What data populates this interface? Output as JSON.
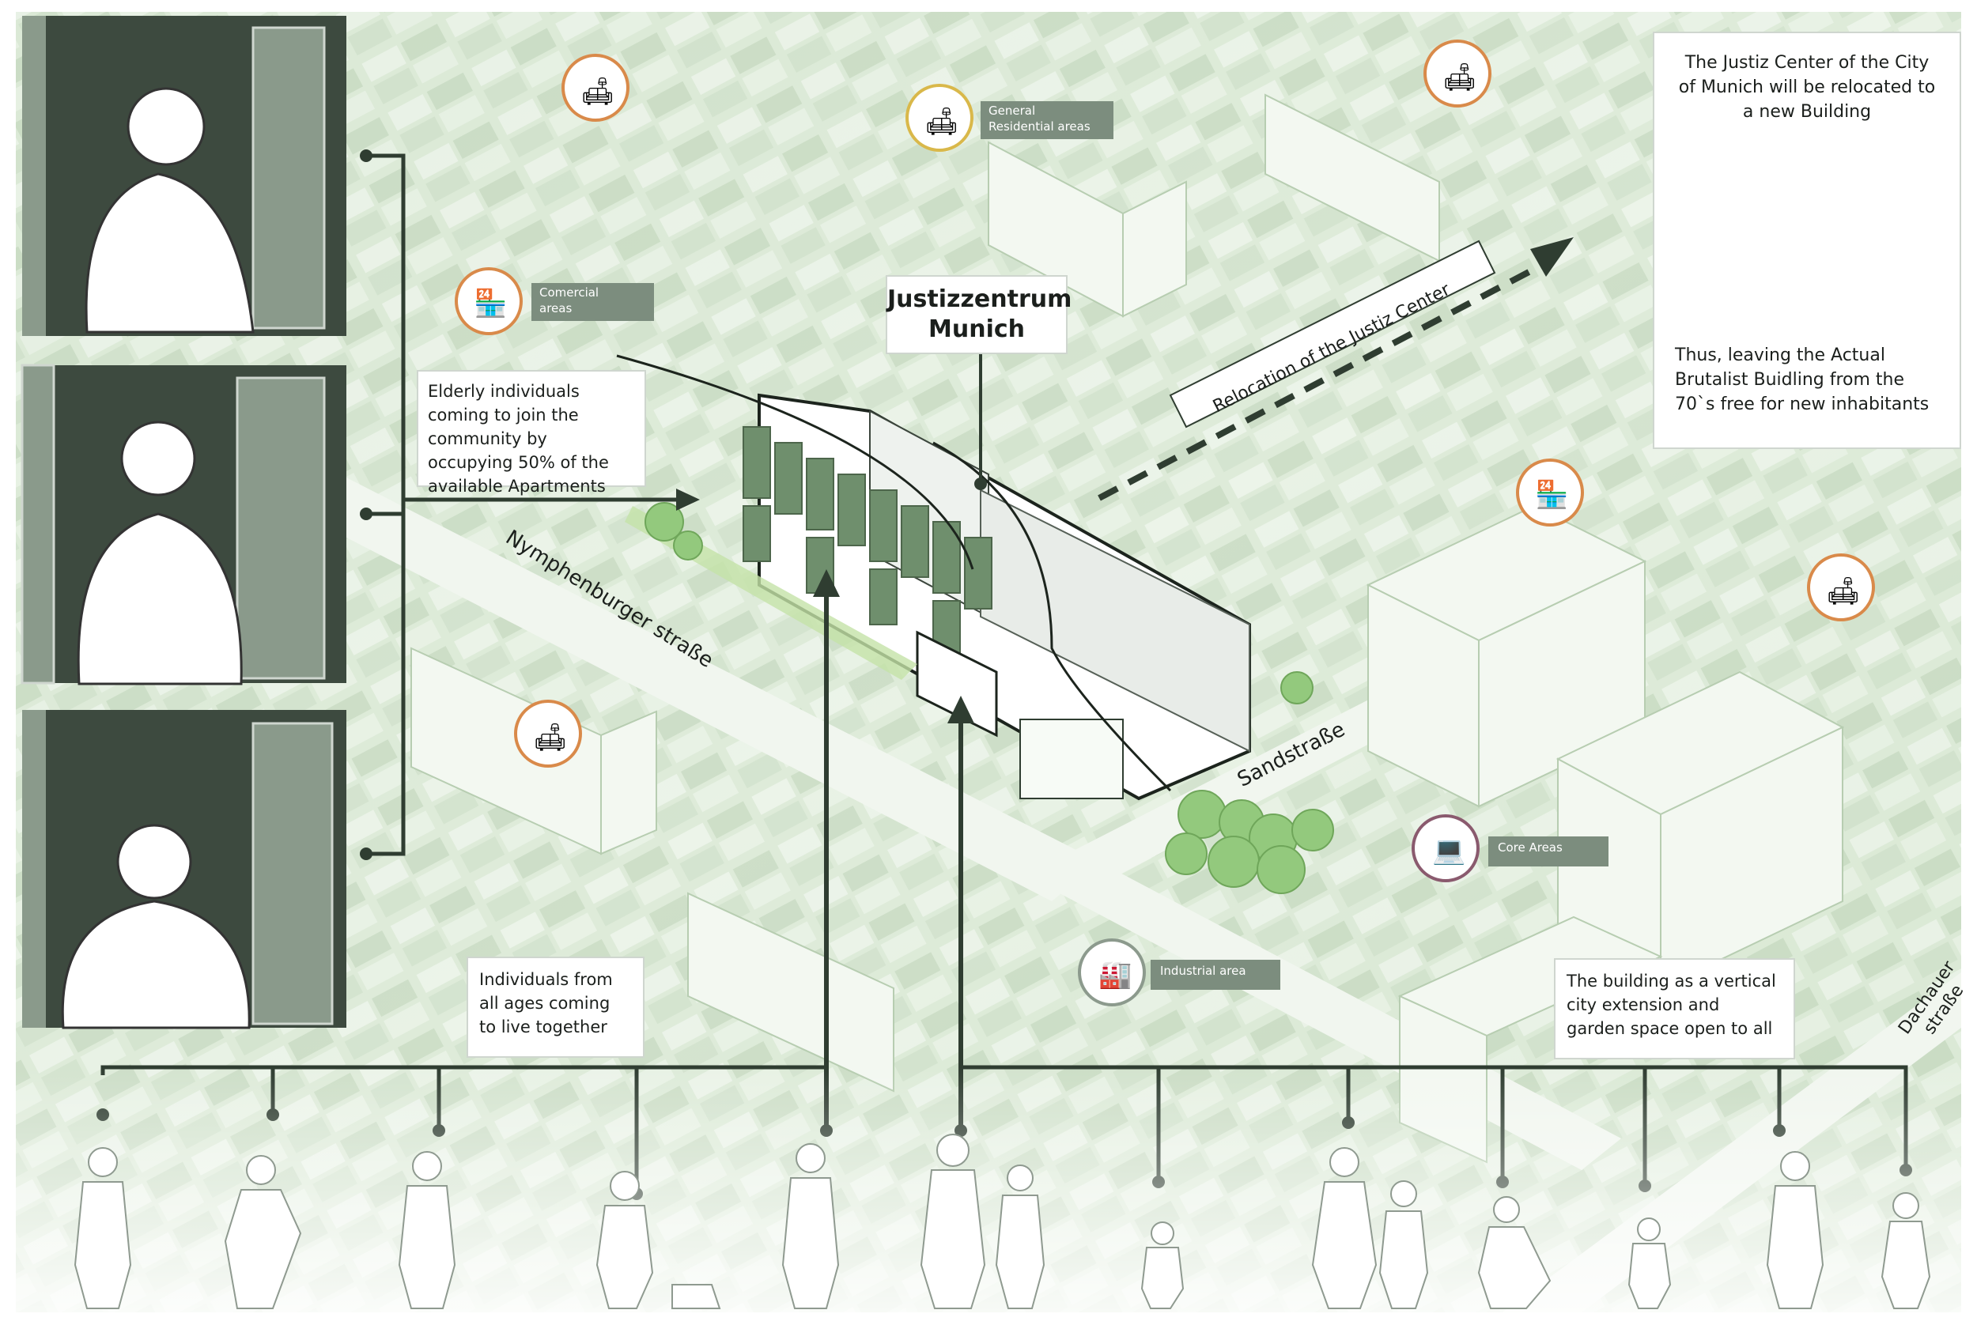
{
  "title": {
    "line1": "Justizzentrum",
    "line2": "Munich"
  },
  "relocation_label": "Relocation of the Justiz Center",
  "info_box": {
    "text1": "The Justiz Center of the City of Munich  will be relocated to a new Building",
    "text2": "Thus, leaving the Actual Brutalist Buidling from the 70`s  free for new inhabitants"
  },
  "callouts": {
    "elderly": "Elderly individuals coming to join the community by occupying 50% of the available Apartments",
    "all_ages": "Individuals from all ages coming to live together",
    "vertical_city": "The building as a vertical city extension and garden space  open to all"
  },
  "streets": {
    "nymphenburger": "Nymphenburger  straße",
    "sandstrasse": "Sandstraße",
    "dachauer_1": "Dachauer",
    "dachauer_2": "straße"
  },
  "area_tags": {
    "general_residential_1": "General",
    "general_residential_2": "Residential areas",
    "commercial_1": "Comercial",
    "commercial_2": "areas",
    "core": "Core Areas",
    "industrial": "Industrial area"
  },
  "icons": {
    "residential": "armchair-lamp-icon",
    "commercial": "storefront-icon",
    "core": "person-at-desk-icon",
    "industrial": "factory-icon"
  },
  "colors": {
    "map_light": "#e3eedf",
    "map_mid": "#c9dcc3",
    "building_green": "#6f8f6d",
    "line_dark": "#2f3d31",
    "portrait_panel": "#3d4a3f",
    "residential_ring": "#d98a4a",
    "core_ring": "#8a5a6e",
    "industrial_ring": "#8c9a8d",
    "tree_green": "#93c97d"
  }
}
